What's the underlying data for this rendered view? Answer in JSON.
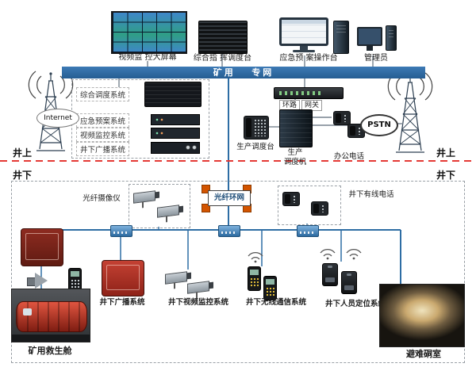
{
  "top": {
    "backbone_label": "矿用   专网",
    "devices": [
      {
        "label": "视频监 控大屏幕"
      },
      {
        "label": "综合指 挥调度台"
      },
      {
        "label": "应急预 案操作台"
      },
      {
        "label": "管理员"
      }
    ]
  },
  "left": {
    "internet_label": "Internet",
    "systems": [
      {
        "label": "综合调度系统"
      },
      {
        "label": "应急预案系统"
      },
      {
        "label": "视频监控系统"
      },
      {
        "label": "井下广播系统"
      }
    ]
  },
  "right": {
    "gateway_tags": [
      "环路",
      "网关"
    ],
    "dispatch_console_label": "生产调度台",
    "dispatch_machine_lines": [
      "生产",
      "调度机"
    ],
    "office_phone_label": "办公电话",
    "pstn_label": "PSTN"
  },
  "divider": {
    "left_above": "井上",
    "left_below": "井下",
    "right_above": "井上",
    "right_below": "井下"
  },
  "underground": {
    "fiber_camera_label": "光纤摄像仪",
    "fiber_ring_label": "光纤环网",
    "wired_phone_label": "井下有线电话",
    "system_labels": [
      {
        "label": "井下广播系统"
      },
      {
        "label": "井下视频监控系统"
      },
      {
        "label": "井下无线通信系统"
      },
      {
        "label": "井下人员定位系统"
      }
    ],
    "rescue_capsule_label": "矿用救生舱",
    "refuge_chamber_label": "避难硐室"
  },
  "colors": {
    "backbone_blue": "#2e6da4",
    "divider_red": "#e53935",
    "ring_orange": "#d35400",
    "alarm_red": "#b03a2e"
  }
}
